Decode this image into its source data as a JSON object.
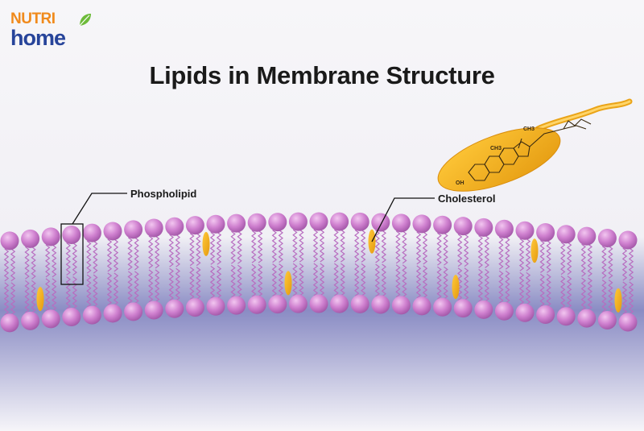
{
  "brand": {
    "line1": "NUTRI",
    "line2": "home"
  },
  "diagram": {
    "title": "Lipids in Membrane Structure",
    "labels": {
      "phospholipid": "Phospholipid",
      "cholesterol": "Cholesterol"
    },
    "molecule_text": {
      "methyl_top": "CH3",
      "methyl_mid": "CH3",
      "hydroxyl": "OH"
    }
  },
  "colors": {
    "phospholipid_head": "#c774c8",
    "phospholipid_tail": "#b86cc0",
    "cholesterol": "#f2b01c",
    "logo_orange": "#f08a1c",
    "logo_blue": "#27449a",
    "logo_leaf": "#6dbb3a",
    "cytoplasm": "#7d80bd"
  },
  "icons": {
    "logo_leaf": "leaf-icon"
  }
}
